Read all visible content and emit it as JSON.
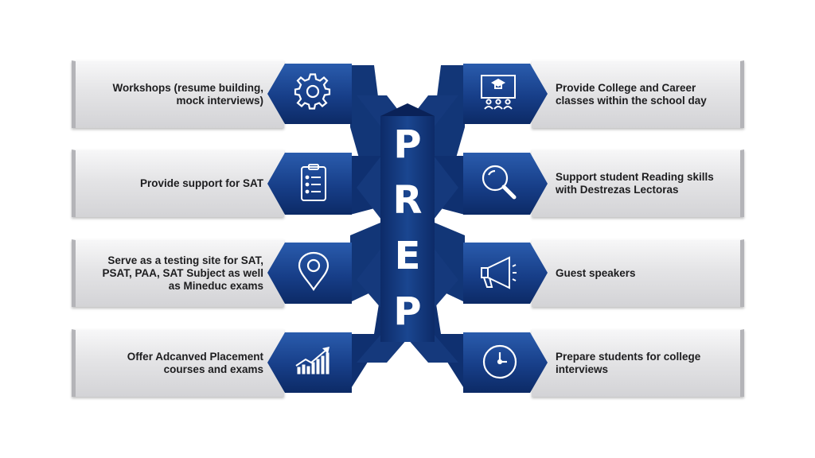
{
  "title_letters": [
    "P",
    "R",
    "E",
    "P"
  ],
  "left_items": [
    {
      "lines": [
        "Workshops (resume building,",
        "mock interviews)"
      ],
      "icon": "gear-icon"
    },
    {
      "lines": [
        "Provide support for SAT"
      ],
      "icon": "checklist-icon"
    },
    {
      "lines": [
        "Serve as a testing site for SAT,",
        "PSAT, PAA, SAT Subject as well",
        "as Mineduc exams"
      ],
      "icon": "map-pin-icon"
    },
    {
      "lines": [
        "Offer Adcanved Placement",
        "courses and exams"
      ],
      "icon": "growth-chart-icon"
    }
  ],
  "right_items": [
    {
      "lines": [
        "Provide College and Career",
        "classes within the school day"
      ],
      "icon": "classroom-icon"
    },
    {
      "lines": [
        "Support student Reading skills",
        "with Destrezas Lectoras"
      ],
      "icon": "magnifier-icon"
    },
    {
      "lines": [
        "Guest speakers"
      ],
      "icon": "megaphone-icon"
    },
    {
      "lines": [
        "Prepare students for college",
        "interviews"
      ],
      "icon": "clock-icon"
    }
  ],
  "colors": {
    "navy_dark": "#0b2660",
    "navy": "#163a82",
    "navy_light": "#2d5aa8",
    "card_light": "#f4f4f5",
    "card_dark": "#d3d3d6",
    "text": "#1d1d1f"
  }
}
